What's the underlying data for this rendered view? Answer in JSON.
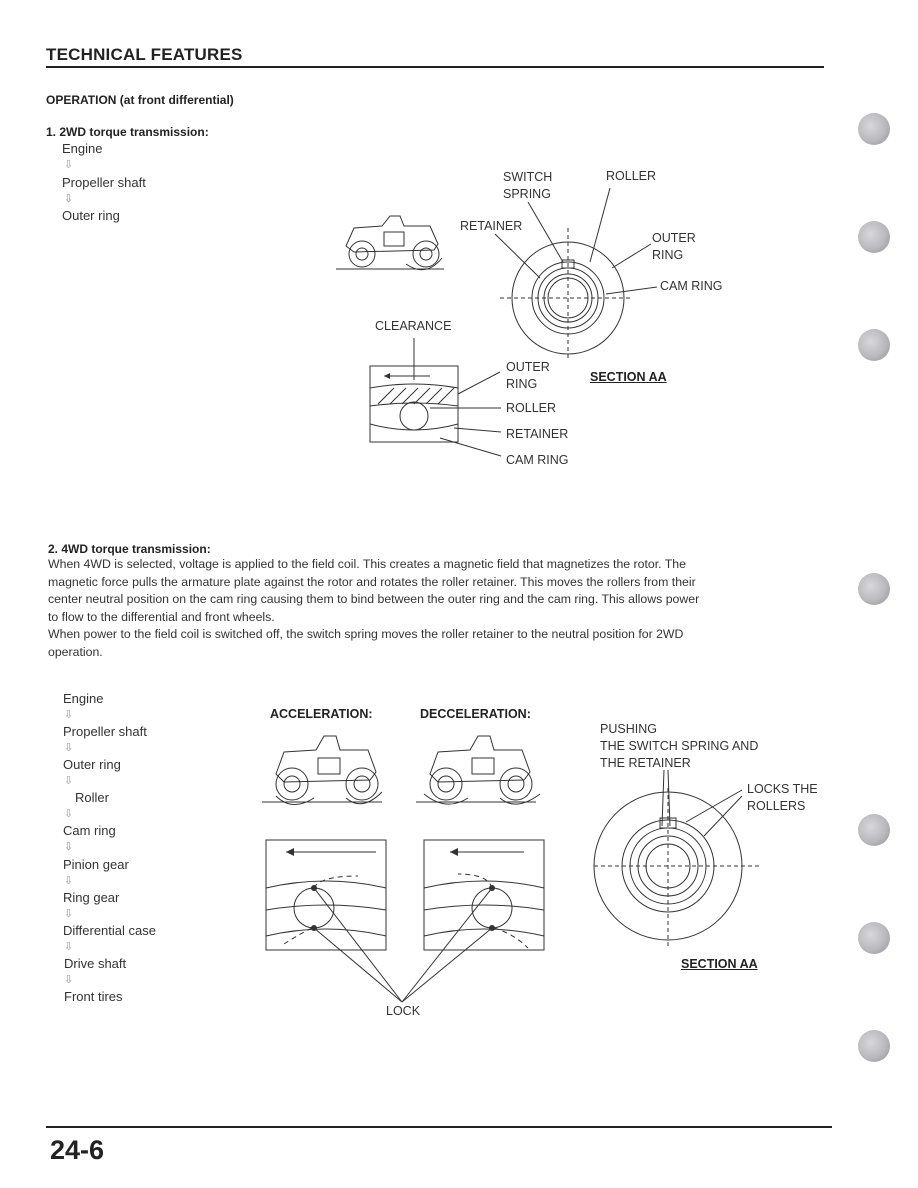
{
  "header": {
    "title": "TECHNICAL FEATURES"
  },
  "operation_title": "OPERATION (at front differential)",
  "section1": {
    "heading": "1. 2WD torque transmission:",
    "flow": [
      "Engine",
      "Propeller shaft",
      "Outer ring"
    ],
    "labels": {
      "switch_spring": [
        "SWITCH",
        "SPRING"
      ],
      "roller": "ROLLER",
      "retainer": "RETAINER",
      "outer_ring": [
        "OUTER",
        "RING"
      ],
      "cam_ring": "CAM RING",
      "clearance": "CLEARANCE",
      "section": "SECTION AA",
      "detail_outer_ring": [
        "OUTER",
        "RING"
      ],
      "detail_roller": "ROLLER",
      "detail_retainer": "RETAINER",
      "detail_cam_ring": "CAM RING"
    }
  },
  "section2": {
    "heading": "2. 4WD torque transmission:",
    "paragraph_lines": [
      "When 4WD is selected, voltage is applied to the field coil. This creates a magnetic field that magnetizes the rotor. The",
      "magnetic force pulls the armature plate against the rotor and rotates the roller retainer. This moves the rollers from their",
      "center neutral position on the cam ring causing them to bind between the outer ring and the cam ring. This allows power",
      "to flow to the differential and front wheels.",
      "When power to the field coil is switched off, the switch spring moves the roller retainer to the neutral position for 2WD",
      "operation."
    ],
    "flow": [
      "Engine",
      "Propeller shaft",
      "Outer ring",
      "Roller",
      "Cam ring",
      "Pinion gear",
      "Ring gear",
      "Differential case",
      "Drive shaft",
      "Front tires"
    ],
    "labels": {
      "acceleration": "ACCELERATION:",
      "deceleration": "DECCELERATION:",
      "pushing": [
        "PUSHING",
        "THE SWITCH SPRING AND",
        "THE RETAINER"
      ],
      "locks": [
        "LOCKS THE",
        "ROLLERS"
      ],
      "section": "SECTION AA",
      "lock": "LOCK"
    }
  },
  "footer": {
    "page_number": "24-6"
  },
  "flow_arrow": "⇩"
}
